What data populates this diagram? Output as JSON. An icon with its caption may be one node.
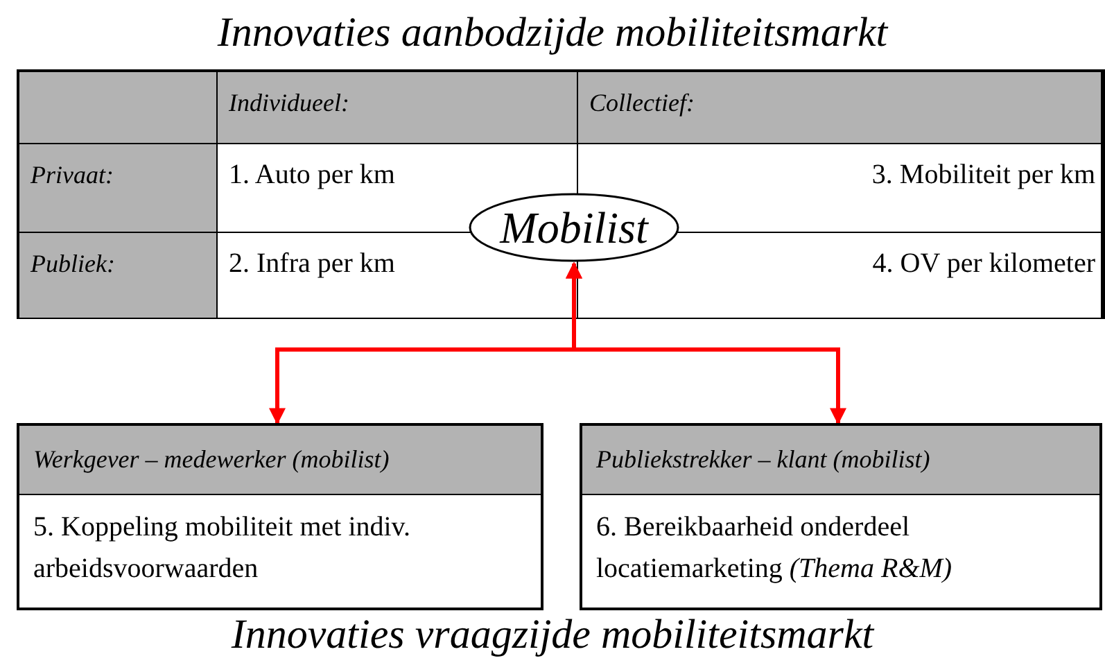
{
  "diagram": {
    "title": "Innovaties aanbodzijde mobiliteitsmarkt",
    "caption": "Innovaties vraagzijde mobiliteitsmarkt",
    "nodes": [
      {
        "text": [
          "Mobilist"
        ]
      },
      {
        "text": [
          "Werkgever – medewerker (mobilist)",
          "5. Koppeling mobiliteit met  indiv. arbeidsvoorwaarden"
        ]
      },
      {
        "text": [
          "Publiekstrekker – klant (mobilist)",
          "6. Bereikbaarheid onderdeel locatiemarketing *(Thema R&M)*"
        ]
      }
    ],
    "edges": [
      {
        "from": 0,
        "to": 1,
        "arrow": "both",
        "color": "#ff0000"
      },
      {
        "from": 0,
        "to": 2,
        "arrow": "both",
        "color": "#ff0000"
      }
    ],
    "labels": [
      "Individueel:",
      "Collectief:",
      "Privaat:",
      "1. Auto per km",
      "3. Mobiliteit per km",
      "Publiek:",
      "2. Infra per km",
      "4. OV per kilometer"
    ]
  }
}
